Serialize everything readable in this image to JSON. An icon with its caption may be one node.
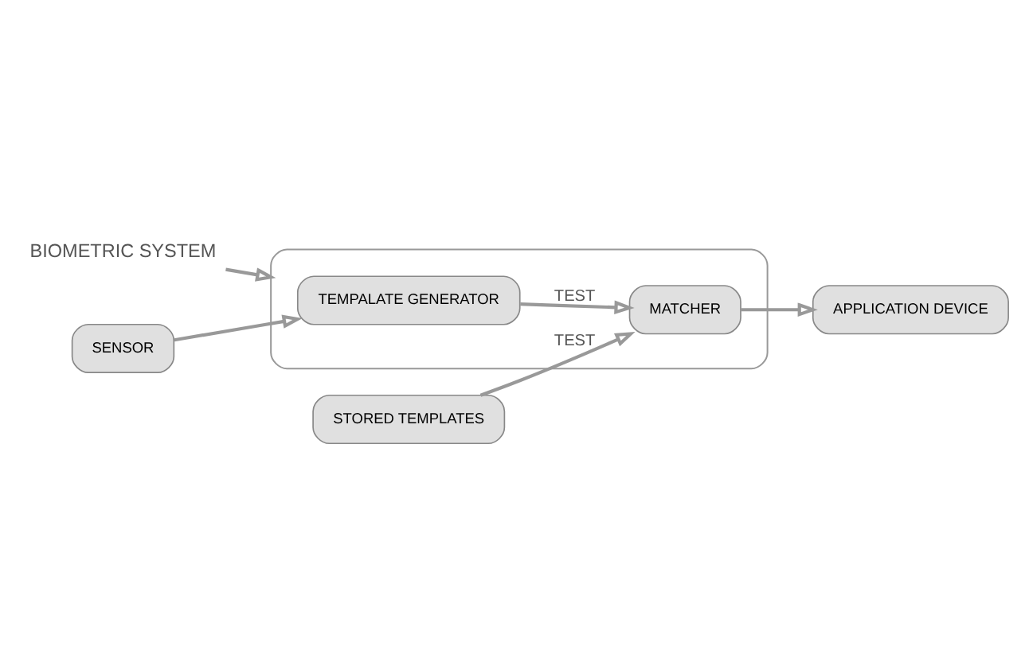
{
  "diagram": {
    "nodes": [
      {
        "text": [
          "BIOMETRIC SYSTEM"
        ]
      },
      {
        "text": [],
        "shape": "ellipse"
      },
      {
        "text": [
          "SENSOR"
        ]
      },
      {
        "text": [
          "TEMPALATE GENERATOR"
        ],
        "in": 1
      },
      {
        "text": [
          "STORED TEMPLATES"
        ]
      },
      {
        "text": [
          "MATCHER"
        ],
        "in": 1
      },
      {
        "text": [
          "APPLICATION DEVICE"
        ]
      }
    ],
    "edges": [
      {
        "from": 0,
        "to": 1,
        "arrow": "to"
      },
      {
        "from": 2,
        "to": 3,
        "arrow": "to"
      },
      {
        "from": 3,
        "to": 5,
        "arrow": "to",
        "label": "TEST"
      },
      {
        "from": 4,
        "to": 5,
        "arrow": "to",
        "label": "TEST"
      },
      {
        "from": 5,
        "to": 6,
        "arrow": "to"
      }
    ]
  }
}
